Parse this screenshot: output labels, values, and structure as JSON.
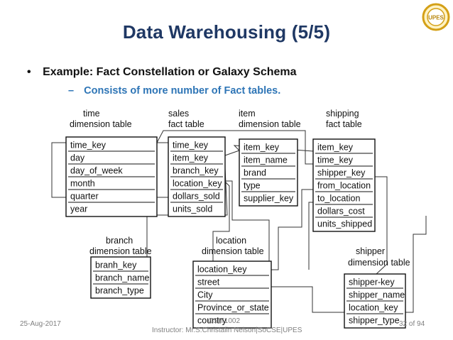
{
  "slide": {
    "title": "Data Warehousing (5/5)",
    "bullet": "Example: Fact Constellation or Galaxy Schema",
    "bullet_marker": "•",
    "sub_bullet_marker": "–",
    "sub_bullet": "Consists of more number of Fact tables."
  },
  "colors": {
    "title": "#1f3864",
    "sub_bullet": "#2e75b6",
    "logo_ring": "#d4a017"
  },
  "logo": {
    "icon": "university-seal-icon",
    "text": "UPES"
  },
  "tables": [
    {
      "id": "time",
      "header": [
        "time",
        "dimension table"
      ],
      "fields": [
        "time_key",
        "day",
        "day_of_week",
        "month",
        "quarter",
        "year"
      ]
    },
    {
      "id": "sales",
      "header": [
        "sales",
        "fact table"
      ],
      "fields": [
        "time_key",
        "item_key",
        "branch_key",
        "location_key",
        "dollars_sold",
        "units_sold"
      ]
    },
    {
      "id": "item",
      "header": [
        "item",
        "dimension table"
      ],
      "fields": [
        "item_key",
        "item_name",
        "brand",
        "type",
        "supplier_key"
      ]
    },
    {
      "id": "shipping",
      "header": [
        "shipping",
        "fact table"
      ],
      "fields": [
        "item_key",
        "time_key",
        "shipper_key",
        "from_location",
        "to_location",
        "dollars_cost",
        "units_shipped"
      ]
    },
    {
      "id": "branch",
      "header": [
        "branch",
        "dimension table"
      ],
      "fields": [
        "branh_key",
        "branch_name",
        "branch_type"
      ]
    },
    {
      "id": "location",
      "header": [
        "location",
        "dimension table"
      ],
      "fields": [
        "location_key",
        "street",
        "City",
        "Province_or_state",
        "country"
      ]
    },
    {
      "id": "shipper",
      "header": [
        "shipper",
        "dimension table"
      ],
      "fields": [
        "shipper-key",
        "shipper_name",
        "location_key",
        "shipper_type"
      ]
    }
  ],
  "footer": {
    "date": "25-Aug-2017",
    "course": "CSIT1002",
    "instructor": "Instructor: Mr.S.Christalin Nelson|SoCSE|UPES",
    "page": "32 of 94"
  }
}
